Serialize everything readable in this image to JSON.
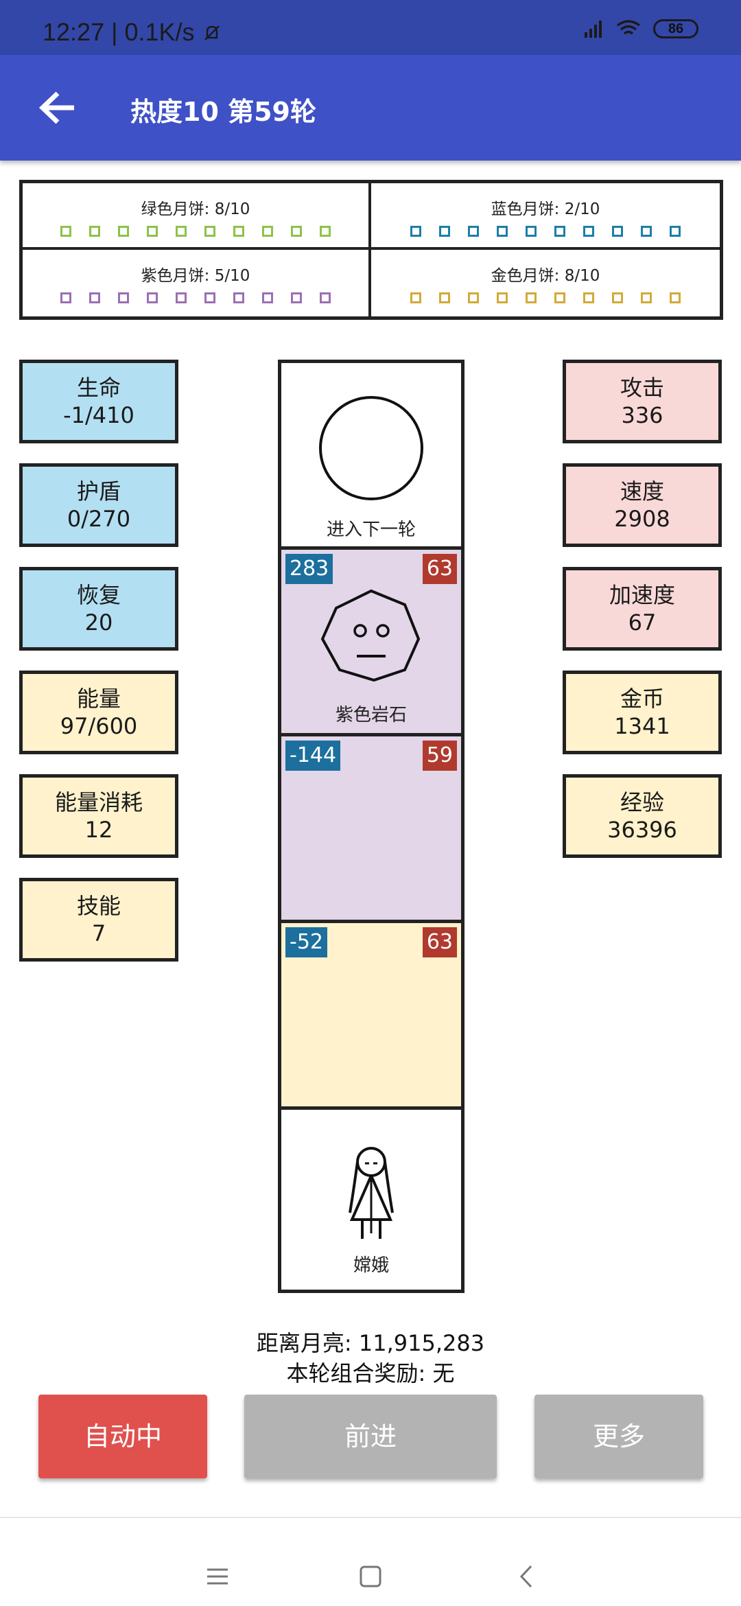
{
  "status": {
    "time": "12:27",
    "speed": "0.1K/s",
    "battery": "86"
  },
  "header": {
    "title": "热度10 第59轮"
  },
  "cakes": [
    {
      "label": "绿色月饼: 8/10",
      "color": "#8bc34a",
      "filled": 8
    },
    {
      "label": "蓝色月饼: 2/10",
      "color": "#1d7ea8",
      "filled": 2
    },
    {
      "label": "紫色月饼: 5/10",
      "color": "#9c6fb3",
      "filled": 5
    },
    {
      "label": "金色月饼: 8/10",
      "color": "#d4a93a",
      "filled": 8
    }
  ],
  "left_stats": [
    {
      "name": "生命",
      "value": "-1/410"
    },
    {
      "name": "护盾",
      "value": "0/270"
    },
    {
      "name": "恢复",
      "value": "20"
    },
    {
      "name": "能量",
      "value": "97/600"
    },
    {
      "name": "能量消耗",
      "value": "12"
    },
    {
      "name": "技能",
      "value": "7"
    }
  ],
  "right_stats": [
    {
      "name": "攻击",
      "value": "336"
    },
    {
      "name": "速度",
      "value": "2908"
    },
    {
      "name": "加速度",
      "value": "67"
    },
    {
      "name": "金币",
      "value": "1341"
    },
    {
      "name": "经验",
      "value": "36396"
    }
  ],
  "track": {
    "next_round": "进入下一轮",
    "rock": {
      "label": "紫色岩石",
      "left_badge": "283",
      "right_badge": "63"
    },
    "empty_purple": {
      "left_badge": "-144",
      "right_badge": "59"
    },
    "empty_yellow": {
      "left_badge": "-52",
      "right_badge": "63"
    },
    "player": "嫦娥"
  },
  "info": {
    "distance": "距离月亮: 11,915,283",
    "combo": "本轮组合奖励: 无"
  },
  "buttons": {
    "auto": "自动中",
    "forward": "前进",
    "more": "更多"
  },
  "colors": {
    "appbar": "#3f51c7",
    "auto_button": "#e0514e",
    "disabled_button": "#b3b3b3",
    "rock_cell": "#e2d6e8",
    "yellow_cell": "#fff2cc"
  }
}
